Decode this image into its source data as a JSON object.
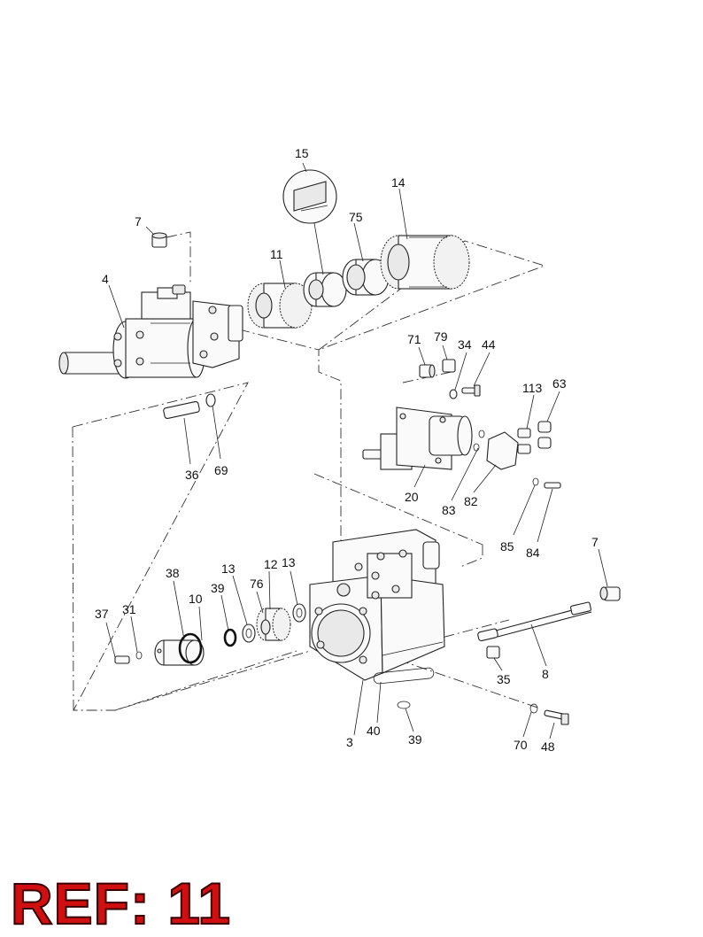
{
  "ref_label": "REF: 11",
  "colors": {
    "ref_text": "#d01010",
    "line": "#222222",
    "background": "#ffffff"
  },
  "callouts": {
    "p15": "15",
    "p14": "14",
    "p7a": "7",
    "p75": "75",
    "p11": "11",
    "p4": "4",
    "p71": "71",
    "p79": "79",
    "p34": "34",
    "p44": "44",
    "p113": "113",
    "p63": "63",
    "p36": "36",
    "p69": "69",
    "p20": "20",
    "p83": "83",
    "p82": "82",
    "p85": "85",
    "p84": "84",
    "p7b": "7",
    "p38": "38",
    "p13a": "13",
    "p12": "12",
    "p13b": "13",
    "p39a": "39",
    "p76": "76",
    "p10": "10",
    "p37": "37",
    "p31": "31",
    "p8": "8",
    "p35": "35",
    "p3": "3",
    "p40": "40",
    "p39b": "39",
    "p70": "70",
    "p48": "48"
  }
}
